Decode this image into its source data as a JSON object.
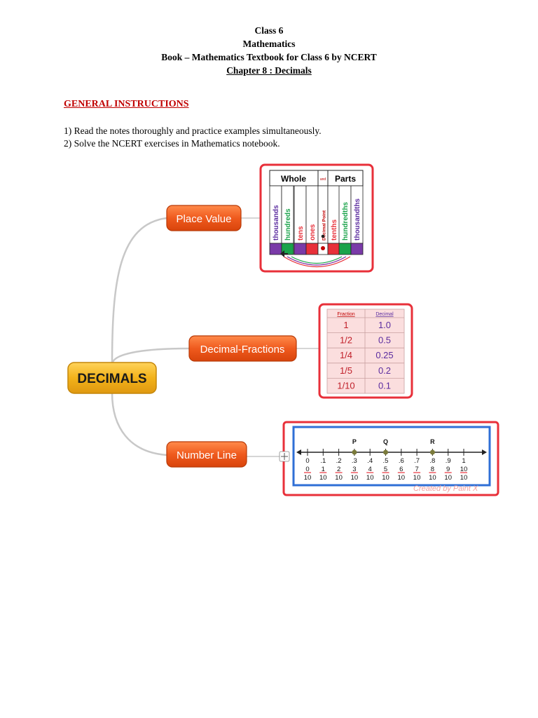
{
  "header": {
    "line1": "Class 6",
    "line2": "Mathematics",
    "line3": "Book – Mathematics Textbook for Class 6 by NCERT",
    "chapter": "Chapter 8 : Decimals"
  },
  "instructions": {
    "title": "GENERAL INSTRUCTIONS",
    "items": [
      "1) Read the notes thoroughly and practice examples simultaneously.",
      "2) Solve the NCERT exercises in Mathematics notebook."
    ]
  },
  "mindmap": {
    "root": "DECIMALS",
    "branches": [
      "Place Value",
      "Decimal-Fractions",
      "Number Line"
    ]
  },
  "place_value": {
    "whole": "Whole",
    "and": "and",
    "parts": "Parts",
    "columns": [
      "thousands",
      "hundreds",
      "tens",
      "ones",
      "Decimal Point",
      "tenths",
      "hundredths",
      "thousandths"
    ]
  },
  "fraction_table": {
    "headers": [
      "Fraction",
      "Decimal"
    ],
    "rows": [
      [
        "1",
        "1.0"
      ],
      [
        "1/2",
        "0.5"
      ],
      [
        "1/4",
        "0.25"
      ],
      [
        "1/5",
        "0.2"
      ],
      [
        "1/10",
        "0.1"
      ]
    ]
  },
  "number_line": {
    "point_labels": [
      "P",
      "Q",
      "R"
    ],
    "decimals": [
      "0",
      ".1",
      ".2",
      ".3",
      ".4",
      ".5",
      ".6",
      ".7",
      ".8",
      ".9",
      "1"
    ],
    "numerators": [
      "0",
      "1",
      "2",
      "3",
      "4",
      "5",
      "6",
      "7",
      "8",
      "9",
      "10"
    ],
    "denominator": "10",
    "watermark": "Created by Paint X"
  },
  "colors": {
    "branch_fill": "#ef5a1e",
    "root_fill": "#f2b21a",
    "frame_red": "#e8303a",
    "frame_blue": "#2f6fd6"
  }
}
